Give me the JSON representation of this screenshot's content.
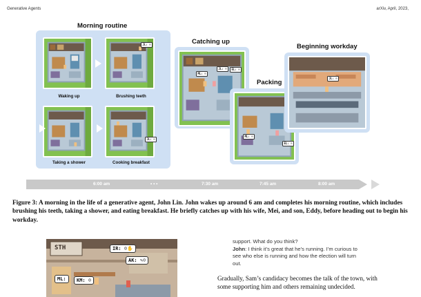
{
  "header": {
    "left": "Generative Agents",
    "right": "arXiv, April, 2023,"
  },
  "figure": {
    "morning_routine": {
      "title": "Morning routine",
      "panels": [
        "Waking up",
        "Brushing teeth",
        "Taking a shower",
        "Cooking breakfast"
      ]
    },
    "scenes": {
      "catching_up": "Catching up",
      "packing": "Packing",
      "beginning_workday": "Beginning workday"
    },
    "timeline": {
      "t1": "6:00 am",
      "dots": "• • •",
      "t2": "7:30 am",
      "t3": "7:45 am",
      "t4": "8:00 am"
    },
    "bubbles": {
      "catching_jl": "JL:",
      "catching_ml": "ML:",
      "catching_el": "EL:",
      "packing_ml": "ML:",
      "packing_el": "EL:",
      "workday_jl": "JL:",
      "bottom_ir": "IR:",
      "bottom_ak": "AK:",
      "bottom_ml": "ML:",
      "bottom_km": "KM:"
    },
    "sign": "STH"
  },
  "caption": "Figure 3: A morning in the life of a generative agent, John Lin. John wakes up around 6 am and completes his morning routine, which includes brushing his teeth, taking a shower, and eating breakfast. He briefly catches up with his wife, Mei, and son, Eddy, before heading out to begin his workday.",
  "dialogue": {
    "line1": "support. What do you think?",
    "speaker": "John",
    "line2_rest": ": I think it’s great that he’s running. I’m curious to",
    "line3": "see who else is running and how the election will turn",
    "line4": "out."
  },
  "paragraph": {
    "line1": "Gradually, Sam’s candidacy becomes the talk of the town, with",
    "line2": "some supporting him and others remaining undecided."
  }
}
